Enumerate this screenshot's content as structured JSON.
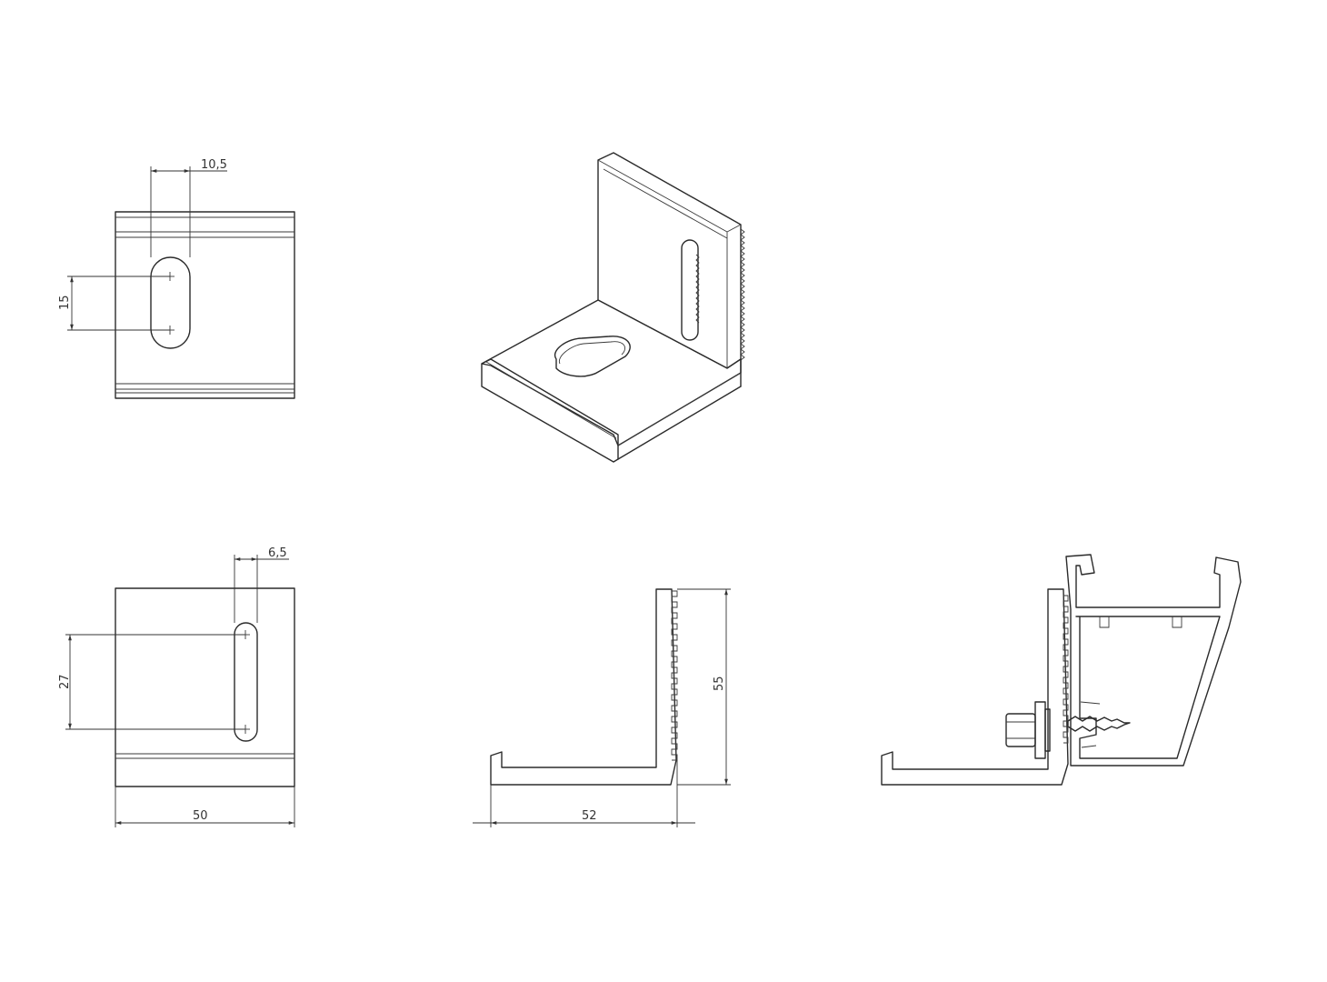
{
  "dimensions": {
    "top_slot_width": "10,5",
    "top_slot_length": "15",
    "front_slot_width": "6,5",
    "front_slot_length": "27",
    "front_width": "50",
    "side_depth": "52",
    "side_height": "55"
  }
}
